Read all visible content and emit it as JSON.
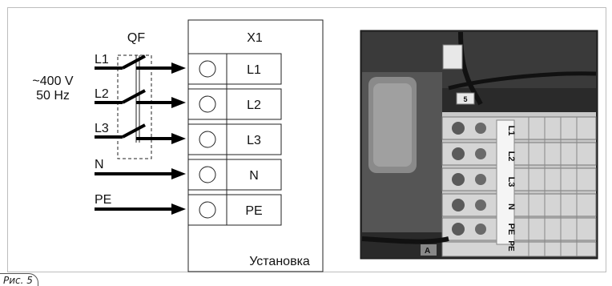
{
  "diagram": {
    "breaker_label": "QF",
    "supply_voltage": "~400 V",
    "supply_frequency": "50 Hz",
    "terminal_block_label": "X1",
    "unit_label": "Установка",
    "conductors": [
      {
        "input_label": "L1",
        "terminal_label": "L1"
      },
      {
        "input_label": "L2",
        "terminal_label": "L2"
      },
      {
        "input_label": "L3",
        "terminal_label": "L3"
      },
      {
        "input_label": "N",
        "terminal_label": "N"
      },
      {
        "input_label": "PE",
        "terminal_label": "PE"
      }
    ]
  },
  "photo": {
    "cable_tag": "5",
    "terminal_tags": [
      "L1",
      "L2",
      "L3",
      "N",
      "PE",
      "PE"
    ],
    "bottom_text": "A"
  },
  "figure_label": "Рис. 5",
  "colors": {
    "line": "#000000",
    "frame": "#bdbdbd",
    "photo_bg": "#2a2a2a",
    "terminal_strip": "#c9c9c9"
  }
}
